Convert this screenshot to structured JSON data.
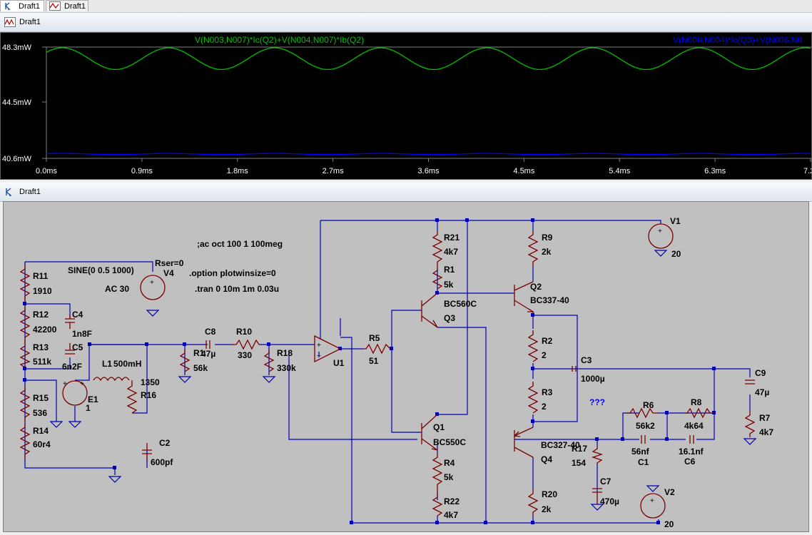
{
  "tabs": [
    {
      "label": "Draft1",
      "icon": "schematic-icon",
      "active": true
    },
    {
      "label": "Draft1",
      "icon": "waveform-icon",
      "active": false
    }
  ],
  "plot_window": {
    "title": "Draft1",
    "icon": "waveform-window-icon"
  },
  "schematic_window": {
    "title": "Draft1",
    "icon": "schematic-window-icon"
  },
  "colors": {
    "trace1": "#00c000",
    "trace2": "#0000ff",
    "wire": "#0000b0",
    "component": "#7a0000",
    "plot_bg": "#000000",
    "schematic_bg": "#c0c0c0"
  },
  "chart_data": {
    "type": "line",
    "series": [
      {
        "name": "V(N003,N007)*Ic(Q2)+V(N004,N007)*Ib(Q2)",
        "color": "#00c000",
        "mean": 47.5,
        "amplitude": 0.75,
        "period_ms": 1.0,
        "x_range": [
          0.0,
          7.2
        ]
      },
      {
        "name": "V(N008,N004)*Ic(Q3)+V(N006,N0",
        "color": "#0000ff",
        "mean": 40.9,
        "amplitude": 0.04,
        "period_ms": 1.0,
        "x_range": [
          0.0,
          7.2
        ]
      }
    ],
    "y_ticks": [
      "48.3mW",
      "44.5mW",
      "40.6mW"
    ],
    "x_ticks": [
      "0.0ms",
      "0.9ms",
      "1.8ms",
      "2.7ms",
      "3.6ms",
      "4.5ms",
      "5.4ms",
      "6.3ms",
      "7.2"
    ],
    "xlim": [
      0.0,
      7.2
    ],
    "ylim": [
      40.6,
      48.3
    ],
    "grid": false
  },
  "schematic": {
    "directives": [
      ";ac oct 100 1 100meg",
      ".option plotwinsize=0",
      ".tran 0 10m 1m 0.03u"
    ],
    "source_labels": [
      "Rser=0",
      "V4",
      "SINE(0 0.5 1000)",
      "AC 30"
    ],
    "components": [
      {
        "id": "R11",
        "value": "1910"
      },
      {
        "id": "R12",
        "value": "42200"
      },
      {
        "id": "R13",
        "value": "511k"
      },
      {
        "id": "C4",
        "value": "1n8F"
      },
      {
        "id": "C5",
        "value": "6n2F"
      },
      {
        "id": "R15",
        "value": "536"
      },
      {
        "id": "R14",
        "value": "60r4"
      },
      {
        "id": "E1",
        "value": "1"
      },
      {
        "id": "L1",
        "value": "500mH"
      },
      {
        "id": "R16",
        "value": "1350"
      },
      {
        "id": "C2",
        "value": "600pf"
      },
      {
        "id": "C8",
        "value": "47µ"
      },
      {
        "id": "R19",
        "value": "56k"
      },
      {
        "id": "R10",
        "value": "330"
      },
      {
        "id": "R18",
        "value": "330k"
      },
      {
        "id": "U1",
        "value": ""
      },
      {
        "id": "R5",
        "value": "51"
      },
      {
        "id": "R21",
        "value": "4k7"
      },
      {
        "id": "R1",
        "value": "5k"
      },
      {
        "id": "Q3",
        "value": "BC560C"
      },
      {
        "id": "Q1",
        "value": "BC550C"
      },
      {
        "id": "R4",
        "value": "5k"
      },
      {
        "id": "R22",
        "value": "4k7"
      },
      {
        "id": "R9",
        "value": "2k"
      },
      {
        "id": "Q2",
        "value": "BC337-40"
      },
      {
        "id": "R2",
        "value": "2"
      },
      {
        "id": "R3",
        "value": "2"
      },
      {
        "id": "C3",
        "value": "1000µ"
      },
      {
        "id": "Q4",
        "value": "BC327-40"
      },
      {
        "id": "R20",
        "value": "2k"
      },
      {
        "id": "R17",
        "value": "154"
      },
      {
        "id": "C7",
        "value": "470µ"
      },
      {
        "id": "R6",
        "value": "56k2"
      },
      {
        "id": "C1",
        "value": "56nf"
      },
      {
        "id": "R8",
        "value": "4k64"
      },
      {
        "id": "C6",
        "value": "16.1nf"
      },
      {
        "id": "C9",
        "value": "47µ"
      },
      {
        "id": "R7",
        "value": "4k7"
      },
      {
        "id": "V1",
        "value": "20"
      },
      {
        "id": "V2",
        "value": "20"
      }
    ],
    "unknown_net_label": "???"
  }
}
